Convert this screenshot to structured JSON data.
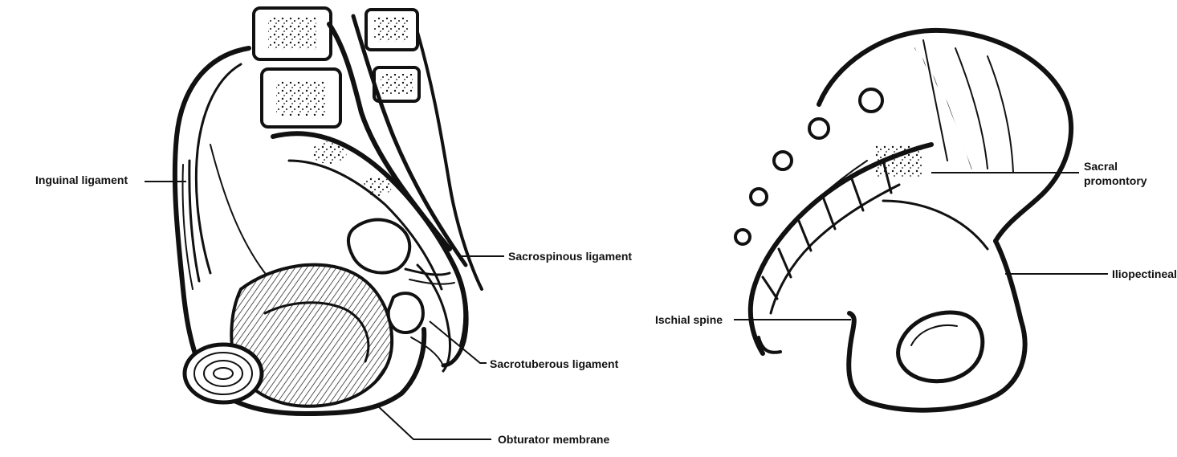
{
  "figures": {
    "left": {
      "name": "pelvis-sagittal-ligaments"
    },
    "right": {
      "name": "pelvis-lateral-bones"
    }
  },
  "labels": {
    "inguinal_ligament": "Inguinal ligament",
    "sacrospinous_ligament": "Sacrospinous ligament",
    "sacrotuberous_ligament": "Sacrotuberous ligament",
    "obturator_membrane": "Obturator membrane",
    "sacral_promontory": "Sacral promontory",
    "iliopectineal_line": "Iliopectineal line",
    "ischial_spine": "Ischial spine"
  },
  "colors": {
    "ink": "#111111",
    "paper": "#ffffff"
  }
}
